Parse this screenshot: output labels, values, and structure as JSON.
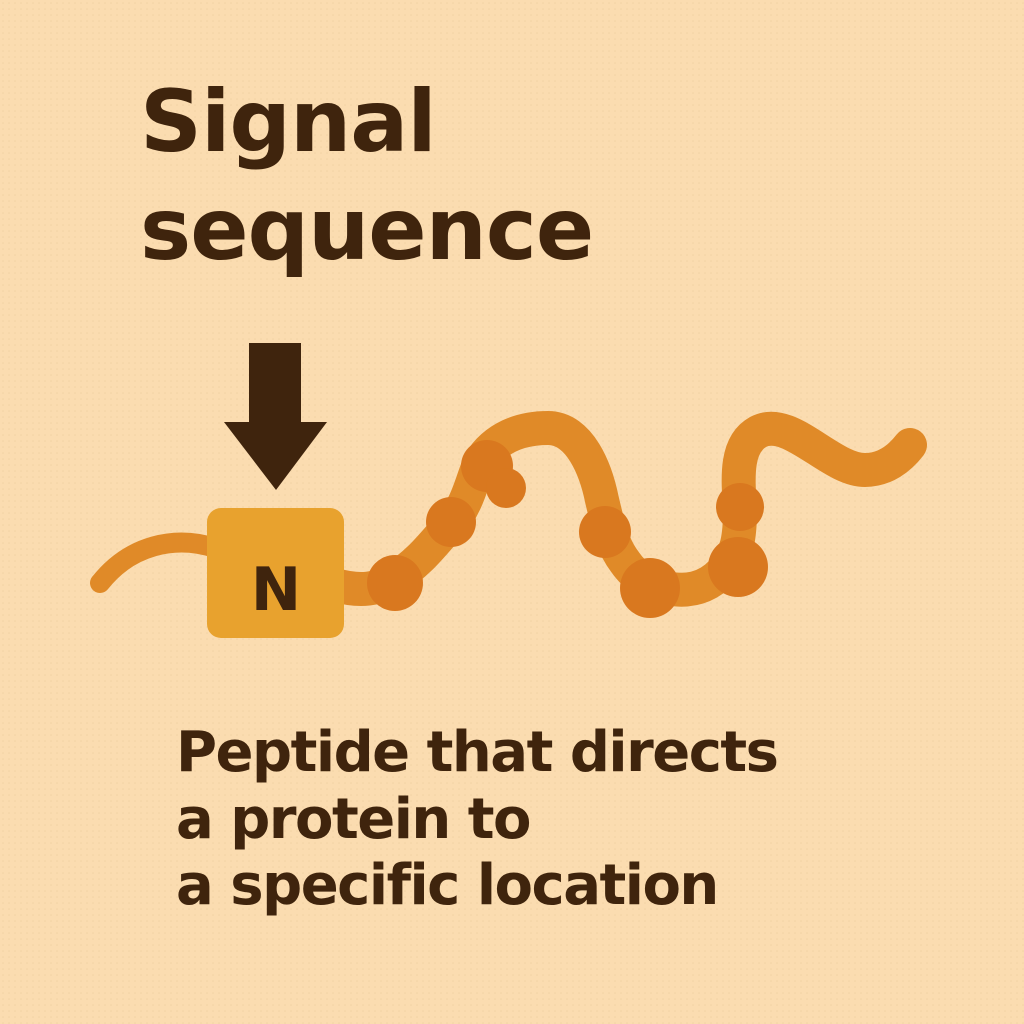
{
  "colors": {
    "background": "#fbdcb0",
    "text": "#3f240d",
    "chain": "#e08a28",
    "bead": "#d9781f",
    "n_box": "#e8a22e",
    "arrow": "#3f240d"
  },
  "title": {
    "line1": "Signal",
    "line2": "sequence"
  },
  "diagram": {
    "terminus_label": "N",
    "arrow_icon": "arrow-down-icon"
  },
  "caption": {
    "line1": "Peptide that directs",
    "line2": "a protein to",
    "line3": "a specific location"
  }
}
